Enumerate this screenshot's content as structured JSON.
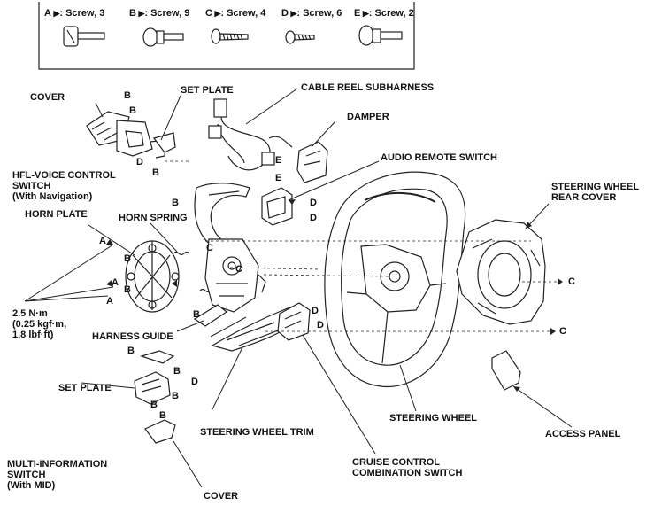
{
  "legend": {
    "items": [
      {
        "letter": "A",
        "text": ": Screw, 3"
      },
      {
        "letter": "B",
        "text": ": Screw, 9"
      },
      {
        "letter": "C",
        "text": ": Screw, 4"
      },
      {
        "letter": "D",
        "text": ": Screw, 6"
      },
      {
        "letter": "E",
        "text": ": Screw, 2"
      }
    ]
  },
  "labels": {
    "cover_top": "COVER",
    "set_plate_top": "SET PLATE",
    "cable_reel": "CABLE REEL SUBHARNESS",
    "damper": "DAMPER",
    "hfl_line1": "HFL-VOICE CONTROL",
    "hfl_line2": "SWITCH",
    "hfl_line3": "(With Navigation)",
    "audio_remote": "AUDIO REMOTE SWITCH",
    "rear_cover_line1": "STEERING WHEEL",
    "rear_cover_line2": "REAR COVER",
    "horn_plate": "HORN PLATE",
    "horn_spring": "HORN SPRING",
    "torque_line1": "2.5 N·m",
    "torque_line2": "(0.25 kgf·m,",
    "torque_line3": "1.8 lbf·ft)",
    "harness_guide": "HARNESS GUIDE",
    "set_plate_bottom": "SET PLATE",
    "wheel_trim": "STEERING WHEEL TRIM",
    "steering_wheel": "STEERING WHEEL",
    "access_panel": "ACCESS PANEL",
    "mid_line1": "MULTI-INFORMATION",
    "mid_line2": "SWITCH",
    "mid_line3": "(With MID)",
    "cruise_line1": "CRUISE CONTROL",
    "cruise_line2": "COMBINATION SWITCH",
    "cover_bottom": "COVER"
  },
  "callouts": {
    "a": "A",
    "b": "B",
    "c": "C",
    "d": "D",
    "e": "E"
  }
}
